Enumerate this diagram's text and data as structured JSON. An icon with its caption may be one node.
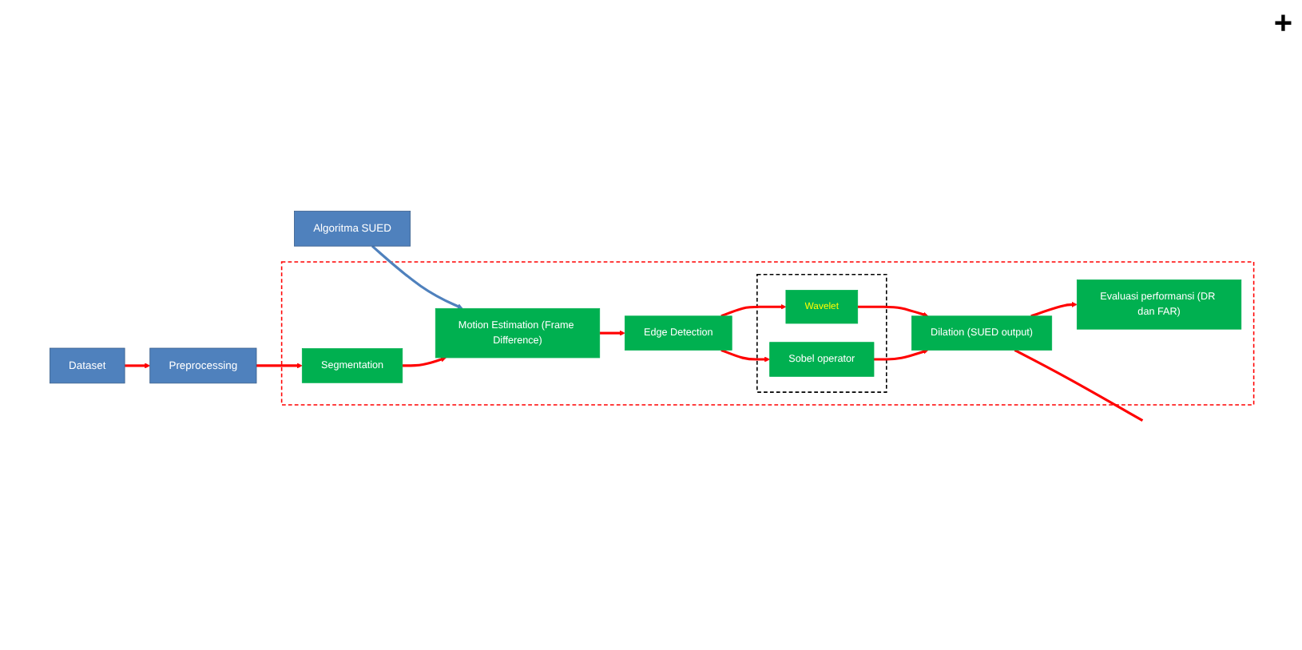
{
  "diagram": {
    "nodes": [
      {
        "text": [
          "Algoritma SUED"
        ]
      },
      {
        "text": [],
        "shape": "box"
      },
      {
        "text": [
          "Motion Estimation (Frame Difference)"
        ],
        "in": 1
      },
      {
        "text": [
          "Edge Detection"
        ],
        "in": 1
      },
      {
        "text": [
          "Dataset"
        ]
      },
      {
        "text": [
          "Preprocessing"
        ]
      },
      {
        "text": [
          "Segmentation"
        ],
        "in": 1
      },
      {
        "text": [],
        "shape": "box",
        "in": 1
      },
      {
        "text": [
          "Wavelet"
        ],
        "in": 7
      },
      {
        "text": [
          "Sobel operator"
        ],
        "in": 7
      },
      {
        "text": [
          "Evaluasi performansi (DR dan FAR)"
        ],
        "in": 1
      },
      {
        "text": [
          "Dilation (SUED output)"
        ],
        "in": 1
      }
    ],
    "edges": [
      {
        "from": 0,
        "to": 2,
        "arrow": "to",
        "color": "#4f81bd"
      },
      {
        "from": 4,
        "to": 5,
        "arrow": "to"
      },
      {
        "from": 5,
        "to": 6,
        "arrow": "to"
      },
      {
        "from": 6,
        "to": 2,
        "arrow": "to"
      },
      {
        "from": 2,
        "to": 3,
        "arrow": "to"
      },
      {
        "from": 3,
        "to": 8,
        "arrow": "to"
      },
      {
        "from": 3,
        "to": 9,
        "arrow": "to"
      },
      {
        "from": 8,
        "to": 11,
        "arrow": "to"
      },
      {
        "from": 9,
        "to": 11,
        "arrow": "to"
      },
      {
        "from": 11,
        "to": 10,
        "arrow": "to"
      },
      {
        "from": 11,
        "to": null,
        "arrow": "none"
      }
    ],
    "labels": [
      "+"
    ]
  }
}
